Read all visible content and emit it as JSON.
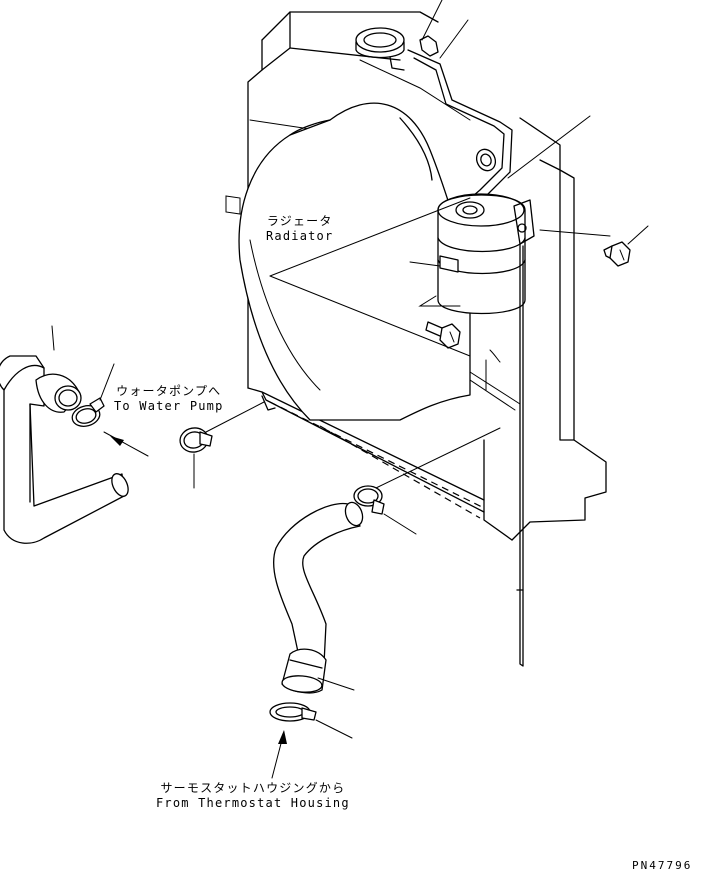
{
  "labels": {
    "radiator": {
      "ja": "ラジェータ",
      "en": "Radiator"
    },
    "water_pump": {
      "ja": "ウォータポンプへ",
      "en": "To Water Pump"
    },
    "thermostat": {
      "ja": "サーモスタットハウジングから",
      "en": "From Thermostat Housing"
    },
    "part_number": "PN47796"
  },
  "colors": {
    "line": "#000000",
    "background": "#ffffff"
  }
}
